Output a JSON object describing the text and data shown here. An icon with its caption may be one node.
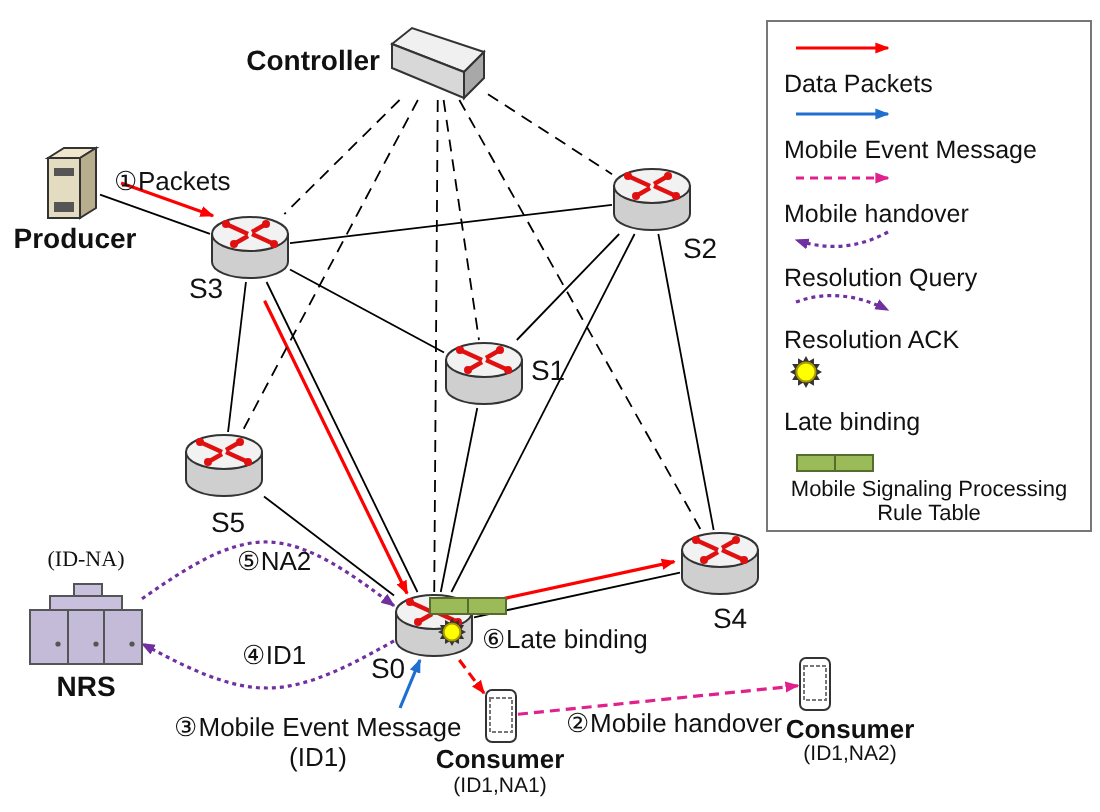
{
  "diagram": {
    "nodes": [
      {
        "text": [
          "Controller"
        ]
      },
      {
        "text": [
          "Producer"
        ]
      },
      {
        "text": [
          "S3"
        ]
      },
      {
        "text": [
          "S2"
        ]
      },
      {
        "text": [
          "S1"
        ]
      },
      {
        "text": [
          "S5"
        ]
      },
      {
        "text": [
          "S0"
        ]
      },
      {
        "text": [
          "S4"
        ]
      },
      {
        "text": [
          "NRS"
        ],
        "beside": [
          "(ID-NA)"
        ]
      },
      {
        "text": [
          "Consumer",
          "(ID1,NA1)"
        ]
      },
      {
        "text": [
          "Consumer",
          "(ID1,NA2)"
        ]
      }
    ],
    "edges": [
      {
        "from": 1,
        "to": 2,
        "arrow": "to",
        "label": "①Packets",
        "color": "#ff0000"
      },
      {
        "from": 1,
        "to": 2,
        "arrow": "none"
      },
      {
        "from": 2,
        "to": 3,
        "arrow": "none"
      },
      {
        "from": 2,
        "to": 4,
        "arrow": "none"
      },
      {
        "from": 2,
        "to": 5,
        "arrow": "none"
      },
      {
        "from": 2,
        "to": 6,
        "arrow": "none"
      },
      {
        "from": 2,
        "to": 6,
        "arrow": "to",
        "color": "#ff0000"
      },
      {
        "from": 3,
        "to": 4,
        "arrow": "none"
      },
      {
        "from": 3,
        "to": 6,
        "arrow": "none"
      },
      {
        "from": 3,
        "to": 7,
        "arrow": "none"
      },
      {
        "from": 4,
        "to": 6,
        "arrow": "none"
      },
      {
        "from": 5,
        "to": 6,
        "arrow": "none"
      },
      {
        "from": 6,
        "to": 7,
        "arrow": "none"
      },
      {
        "from": 6,
        "to": 7,
        "arrow": "to",
        "color": "#ff0000"
      },
      {
        "from": 0,
        "to": 2,
        "arrow": "none",
        "style": "dashed"
      },
      {
        "from": 0,
        "to": 5,
        "arrow": "none",
        "style": "dashed"
      },
      {
        "from": 0,
        "to": 6,
        "arrow": "none",
        "style": "dashed"
      },
      {
        "from": 0,
        "to": 4,
        "arrow": "none",
        "style": "dashed"
      },
      {
        "from": 0,
        "to": 7,
        "arrow": "none",
        "style": "dashed"
      },
      {
        "from": 0,
        "to": 3,
        "arrow": "none",
        "style": "dashed"
      },
      {
        "from": 6,
        "to": 9,
        "arrow": "to",
        "style": "dashed",
        "color": "#ff0000"
      },
      {
        "from": 9,
        "to": 10,
        "arrow": "to",
        "label": "②Mobile handover",
        "style": "dashed",
        "color": "#e0208c"
      },
      {
        "from": null,
        "to": 6,
        "arrow": "to",
        "label": "③Mobile Event Message (ID1)",
        "color": "#1f6fd0"
      },
      {
        "from": 6,
        "to": 8,
        "arrow": "to",
        "label": "④ID1",
        "style": "dashed",
        "color": "#7030a0"
      },
      {
        "from": 8,
        "to": 6,
        "arrow": "to",
        "label": "⑤NA2",
        "style": "dashed",
        "color": "#7030a0"
      }
    ],
    "labels": [
      "⑥Late binding"
    ],
    "legend": [
      {
        "text": "Data Packets"
      },
      {
        "text": "Mobile Event Message"
      },
      {
        "text": "Mobile handover"
      },
      {
        "text": "Resolution Query"
      },
      {
        "text": "Resolution ACK"
      },
      {
        "text": "Late binding"
      },
      {
        "text": "Mobile Signaling Processing Rule Table",
        "color": "#9bbb59"
      }
    ]
  }
}
